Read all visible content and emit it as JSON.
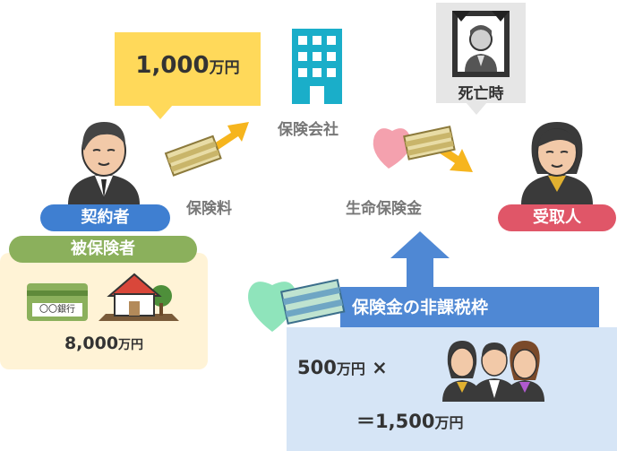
{
  "premium_callout": {
    "amount": "1,000",
    "unit": "万円"
  },
  "death_callout": {
    "label": "死亡時"
  },
  "insurer_label": "保険会社",
  "premium_label": "保険料",
  "benefit_label": "生命保険金",
  "contractor_badge": "契約者",
  "insured_badge": "被保険者",
  "beneficiary_badge": "受取人",
  "bank_card_text": "〇〇銀行",
  "assets": {
    "amount": "8,000",
    "unit": "万円"
  },
  "exemption": {
    "title": "保険金の非課税枠",
    "per_heir": "500",
    "per_heir_unit": "万円",
    "times": "×",
    "equals": "＝",
    "total": "1,500",
    "total_unit": "万円"
  },
  "colors": {
    "contractor": "#3f7fd1",
    "insured": "#8bb05c",
    "beneficiary": "#e05668",
    "callout": "#ffd95a",
    "exemption_header": "#4f88d4",
    "exemption_panel": "#d6e5f6",
    "building": "#1aaec9",
    "arrow": "#f6b51e"
  }
}
